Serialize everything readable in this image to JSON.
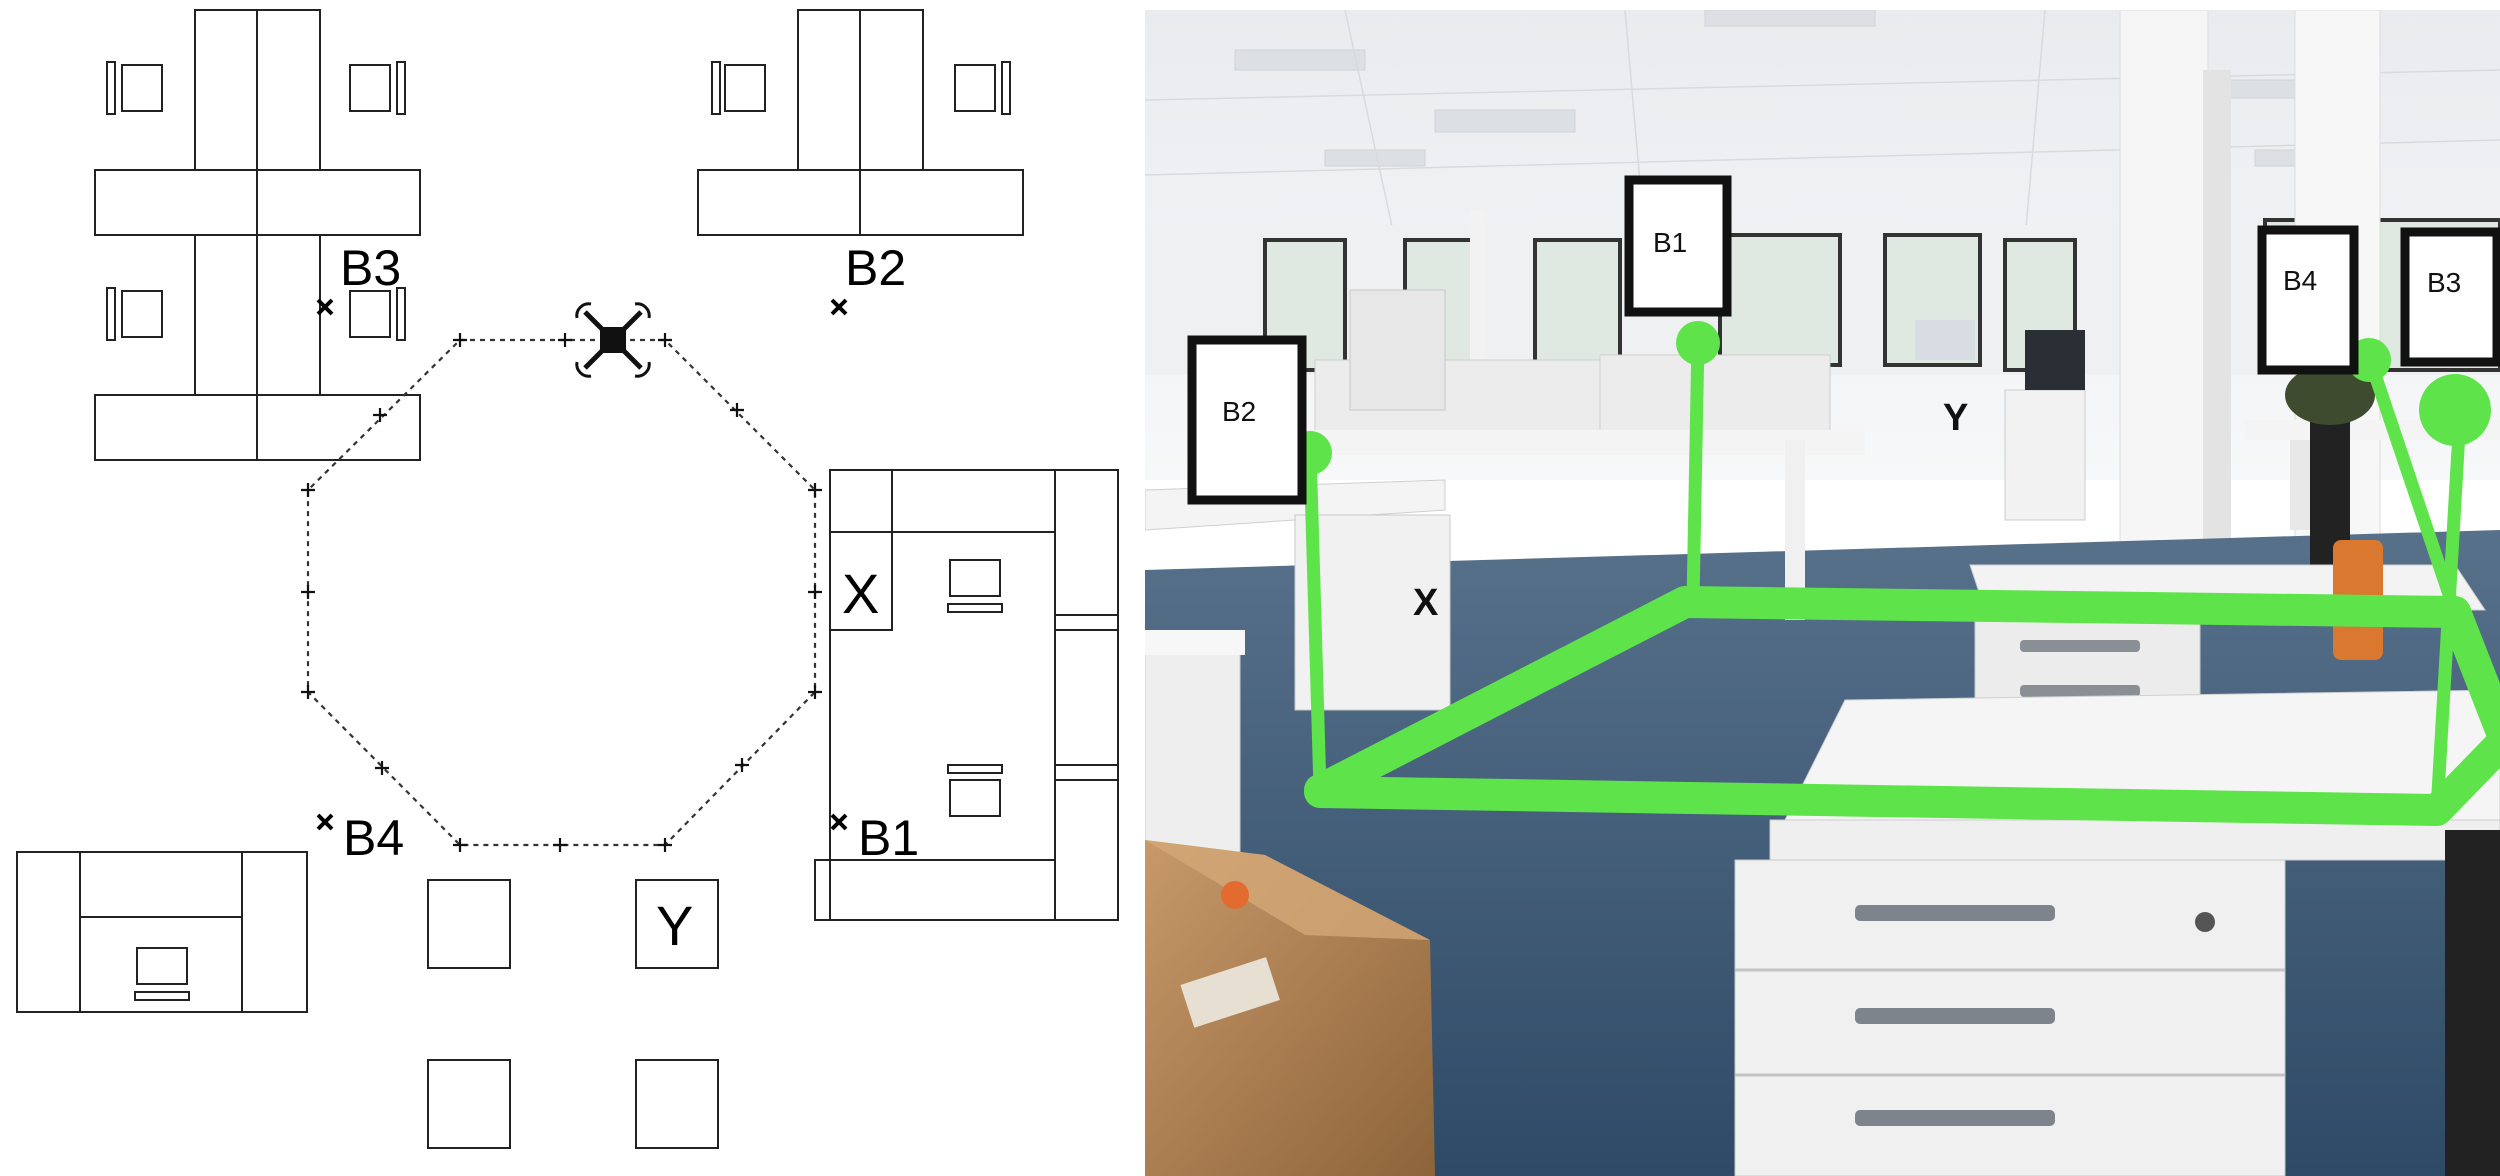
{
  "floorplan": {
    "labels": {
      "b1": "B1",
      "b2": "B2",
      "b3": "B3",
      "b4": "B4",
      "x": "X",
      "y": "Y"
    }
  },
  "photo": {
    "signs": {
      "b1": "B1",
      "b2": "B2",
      "b3": "B3",
      "b4": "B4"
    },
    "floor_labels": {
      "x": "X",
      "y": "Y"
    },
    "colors": {
      "trajectory": "#5ee34a",
      "floor": "#3d5b78",
      "ceiling": "#f2f3f4",
      "desk": "#f1f1f1",
      "box": "#b88a5a"
    }
  }
}
